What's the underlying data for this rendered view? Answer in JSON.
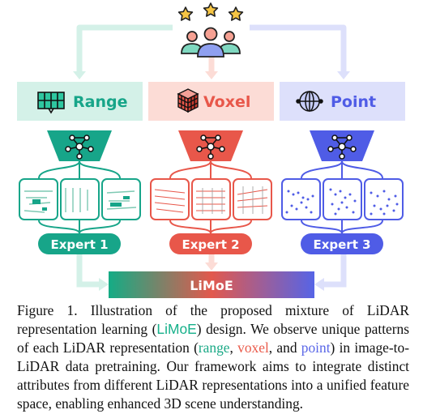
{
  "diagram": {
    "top_icon": "rated-users-icon",
    "branches": [
      {
        "key": "range",
        "label": "Range",
        "expert": "Expert 1",
        "icon": "range-grid-icon",
        "color": "#17a589",
        "light": "#d4f1e8"
      },
      {
        "key": "voxel",
        "label": "Voxel",
        "expert": "Expert 2",
        "icon": "voxel-cube-icon",
        "color": "#e8574a",
        "light": "#fcdcd6"
      },
      {
        "key": "point",
        "label": "Point",
        "expert": "Expert 3",
        "icon": "point-globe-icon",
        "color": "#4f5ce6",
        "light": "#dde0fb"
      }
    ],
    "fusion_label": "LiMoE"
  },
  "caption": {
    "figure": "Figure 1.",
    "t1": "Illustration of the proposed mixture of LiDAR representation learning (",
    "limoe": "LiMoE",
    "t2": ") design. We observe unique patterns of each LiDAR representation (",
    "range": "range",
    "t3": ", ",
    "voxel": "voxel",
    "t4": ", and ",
    "point": "point",
    "t5": ") in image-to-LiDAR data pretraining. Our framework aims to integrate distinct attributes from different LiDAR representations into a unified feature space, enabling enhanced 3D scene understanding."
  }
}
